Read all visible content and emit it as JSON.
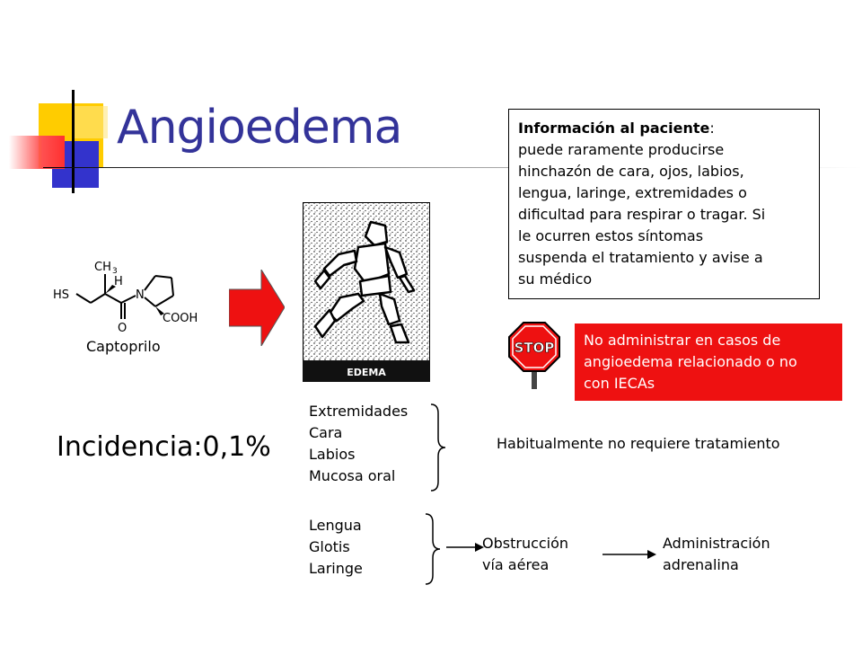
{
  "slide": {
    "title": "Angioedema",
    "info_box": {
      "heading": "Información al paciente",
      "heading_suffix": ":",
      "lines": [
        "puede raramente producirse",
        "hinchazón de cara, ojos, labios,",
        "lengua, laringe, extremidades o",
        "dificultad para respirar o tragar. Si",
        "le ocurren estos síntomas",
        "suspenda el tratamiento y avise a",
        "su médico"
      ]
    },
    "molecule": {
      "label": "Captoprilo",
      "atoms": {
        "hs": "HS",
        "ch3": "CH",
        "ch3_sub": "3",
        "h": "H",
        "n": "N",
        "o": "O",
        "cooh": "COOH"
      }
    },
    "image_caption": "EDEMA",
    "stop_sign_text": "STOP",
    "warning": {
      "lines": [
        "No administrar en casos de",
        "angioedema relacionado o no",
        "con IECAs"
      ]
    },
    "incidencia": "Incidencia:0,1%",
    "group1": [
      "Extremidades",
      "Cara",
      "Labios",
      "Mucosa oral"
    ],
    "group1_result": "Habitualmente no requiere tratamiento",
    "group2": [
      "Lengua",
      "Glotis",
      "Laringe"
    ],
    "obstruccion": [
      "Obstrucción",
      "vía aérea"
    ],
    "administracion": [
      "Administración",
      "adrenalina"
    ],
    "colors": {
      "title": "#333399",
      "warning_bg": "#ee1111",
      "arrow": "#ee1111"
    }
  }
}
